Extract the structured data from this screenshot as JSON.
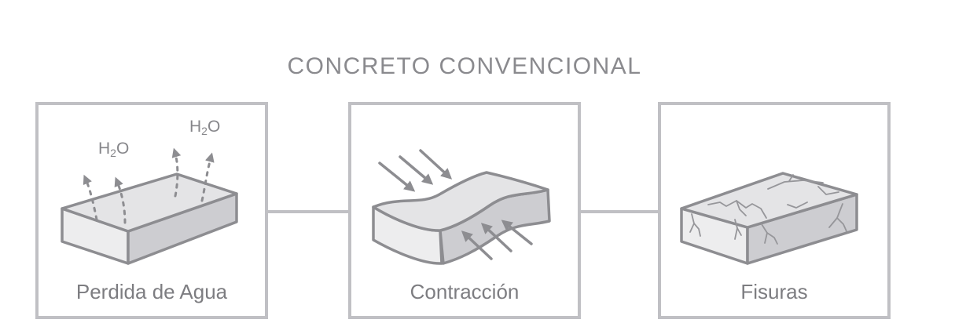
{
  "title": "CONCRETO CONVENCIONAL",
  "colors": {
    "frame_border": "#c0c0c4",
    "connector": "#c0c0c4",
    "title_text": "#8a8a8e",
    "label_text": "#7d7d81",
    "slab_outline": "#8d8d91",
    "slab_top": "#e4e4e6",
    "slab_front": "#ededee",
    "slab_side": "#cdcdd1",
    "arrow": "#8d8d91",
    "crack": "#96969a"
  },
  "steps": [
    {
      "label": "Perdida de Agua",
      "illustration": "concrete-slab-water-evaporation",
      "annotations": [
        {
          "h": "H",
          "sub": "2",
          "o": "O"
        },
        {
          "h": "H",
          "sub": "2",
          "o": "O"
        }
      ]
    },
    {
      "label": "Contracción",
      "illustration": "concrete-slab-contraction"
    },
    {
      "label": "Fisuras",
      "illustration": "concrete-slab-cracked"
    }
  ]
}
